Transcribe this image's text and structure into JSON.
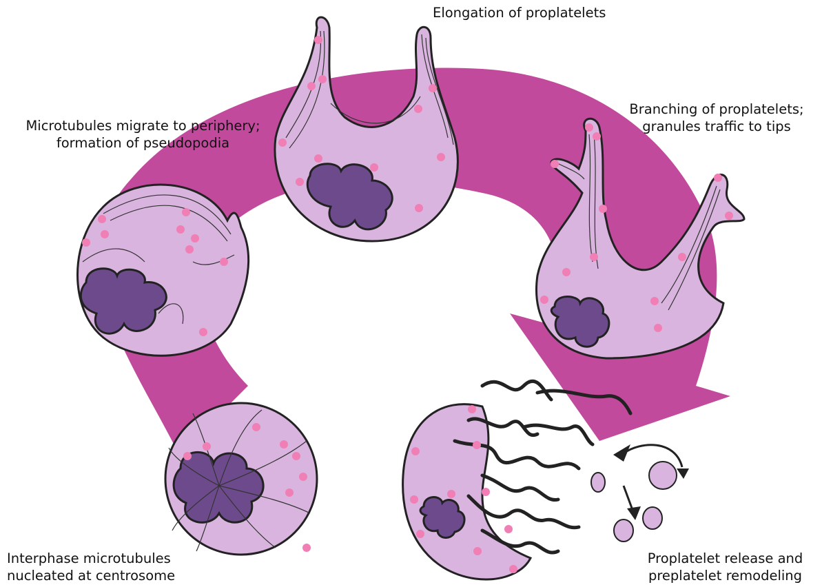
{
  "colors": {
    "arrow": "#c24a9c",
    "cell_fill": "#d9b4df",
    "nucleus": "#6d4a8c",
    "granule": "#f07fb5",
    "outline": "#222222"
  },
  "stages": [
    {
      "id": "interphase",
      "lines": [
        "Interphase microtubules",
        "nucleated at centrosome"
      ]
    },
    {
      "id": "pseudopodia",
      "lines": [
        "Microtubules migrate to periphery;",
        "formation of pseudopodia"
      ]
    },
    {
      "id": "elongation",
      "lines": [
        "Elongation of proplatelets"
      ]
    },
    {
      "id": "branching",
      "lines": [
        "Branching of proplatelets;",
        "granules traffic to tips"
      ]
    },
    {
      "id": "release",
      "lines": [
        "Proplatelet release and",
        "preplatelet remodeling"
      ]
    }
  ]
}
